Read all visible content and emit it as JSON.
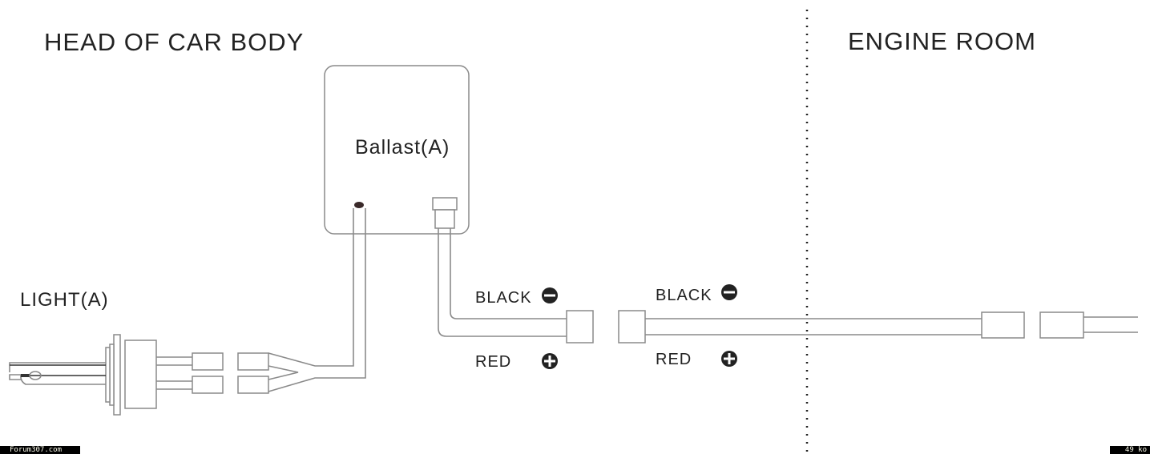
{
  "labels": {
    "head": "HEAD OF CAR BODY",
    "engine": "ENGINE ROOM",
    "ballast": "Ballast(A)",
    "light": "LIGHT(A)",
    "black1": "BLACK",
    "red1": "RED",
    "black2": "BLACK",
    "red2": "RED"
  },
  "symbols": {
    "minus": "−",
    "plus": "+"
  },
  "watermark": {
    "left": "Forum307.com",
    "right": "49 ko"
  }
}
